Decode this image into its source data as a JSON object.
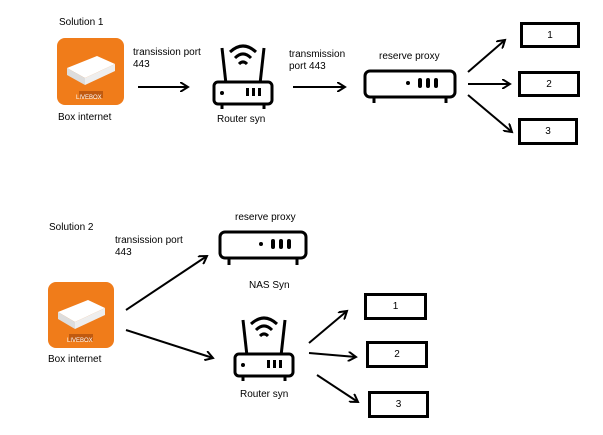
{
  "solution1": {
    "title": "Solution 1",
    "box_label": "Box internet",
    "box_brand": "LIVEBOX",
    "link1_label": "transission port\n443",
    "router_label": "Router syn",
    "link2_label": "transmission\nport 443",
    "proxy_label": "reserve proxy",
    "targets": [
      "1",
      "2",
      "3"
    ]
  },
  "solution2": {
    "title": "Solution 2",
    "box_label": "Box internet",
    "box_brand": "LIVEBOX",
    "link_label": "transission port\n443",
    "proxy_label": "reserve proxy",
    "nas_label": "NAS Syn",
    "router_label": "Router syn",
    "targets": [
      "1",
      "2",
      "3"
    ]
  },
  "colors": {
    "box_orange": "#f07c1a",
    "line": "#000000"
  }
}
